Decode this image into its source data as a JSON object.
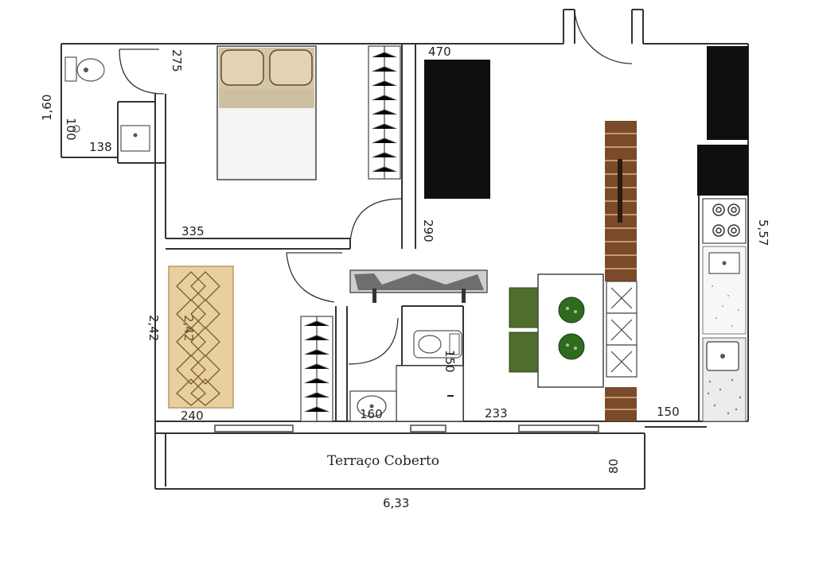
{
  "plan": {
    "terrace_label": "Terraço Coberto",
    "dimensions": {
      "wc_door_width": "275",
      "wc_height": "1,60",
      "wc_fixture": "100",
      "wc_width": "138",
      "bedroom_width": "335",
      "closet_top": "470",
      "hall_length": "290",
      "kitchen_length": "5,57",
      "living_height": "2,42",
      "sofa_label": "2,42",
      "bath_fixture": "150",
      "bath_sink": "160",
      "living_width": "240",
      "center_width": "233",
      "right_width": "150",
      "terrace_depth": "80",
      "total_width": "6,33"
    },
    "colors": {
      "wall": "#333333",
      "bed_wood": "#d4c6a4",
      "sofa": "#e8cf9e",
      "shelf_wood": "#7a4a2a",
      "chair_green": "#4f6d2c",
      "plant_green": "#2f6b1f",
      "dark_furniture": "#0f0f0f"
    }
  }
}
